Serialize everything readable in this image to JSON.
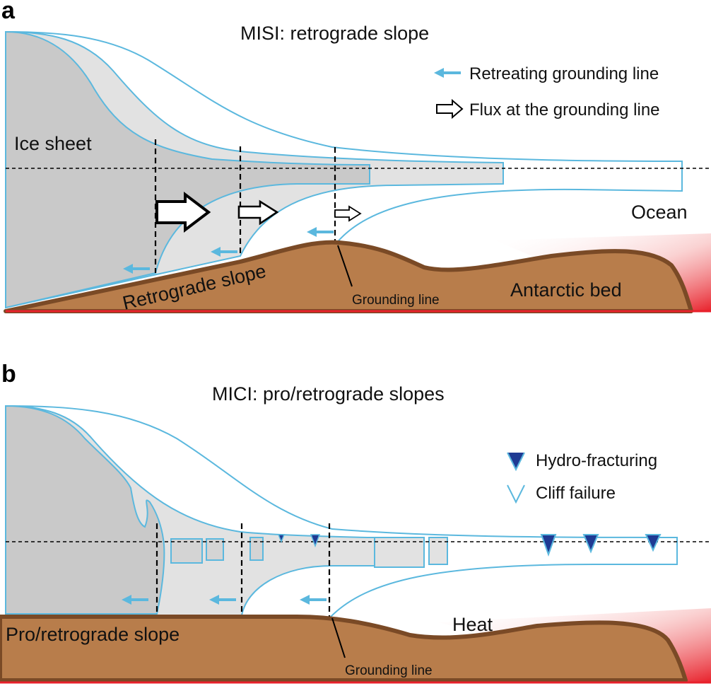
{
  "colors": {
    "ice_outline": "#5bb8de",
    "ice_dark": "#c9c9c9",
    "ice_light": "#e2e2e2",
    "bed_fill": "#b87d4b",
    "bed_outline": "#7a4a26",
    "heat_red": "#e8212b",
    "fracture_blue": "#1f3a93"
  },
  "panel_a": {
    "letter": "a",
    "title": "MISI: retrograde slope",
    "legend": {
      "retreat": "Retreating grounding line",
      "flux": "Flux at the grounding line"
    },
    "labels": {
      "ice_sheet": "Ice sheet",
      "ocean": "Ocean",
      "slope": "Retrograde slope",
      "grounding_line": "Grounding line",
      "bed": "Antarctic bed"
    }
  },
  "panel_b": {
    "letter": "b",
    "title": "MICI: pro/retrograde slopes",
    "legend": {
      "hydro": "Hydro-fracturing",
      "cliff": "Cliff failure"
    },
    "labels": {
      "heat": "Heat",
      "slope": "Pro/retrograde slope",
      "grounding_line": "Grounding line"
    }
  }
}
